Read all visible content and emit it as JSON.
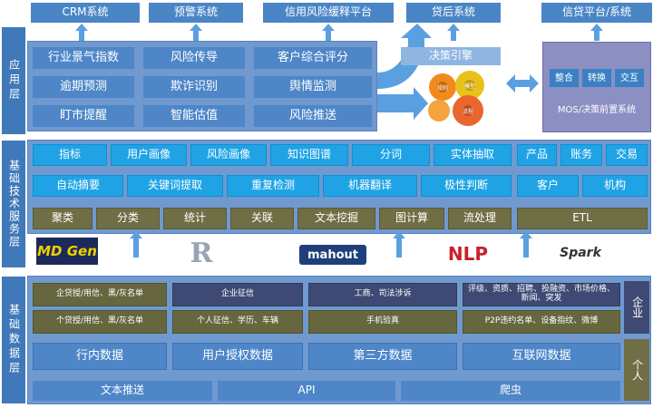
{
  "top_systems": [
    "CRM系统",
    "预警系统",
    "信用风险缓释平台",
    "贷后系统",
    "信贷平台/系统"
  ],
  "layers": {
    "app": "应用层",
    "tech": "基础技术服务层",
    "data": "基础数据层"
  },
  "app_functions": [
    [
      "行业景气指数",
      "风险传导",
      "客户综合评分"
    ],
    [
      "逾期预测",
      "欺诈识别",
      "舆情监测"
    ],
    [
      "盯市提醒",
      "智能估值",
      "风险推送"
    ]
  ],
  "decision_engine": "决策引擎",
  "gear_labels": [
    "规则",
    "模型",
    "流程"
  ],
  "mos": {
    "items": [
      "整合",
      "转换",
      "交互"
    ],
    "label": "MOS/决策前置系统"
  },
  "tech_row1": [
    "指标",
    "用户画像",
    "风险画像",
    "知识图谱",
    "分词",
    "实体抽取",
    "产品",
    "账务",
    "交易"
  ],
  "tech_row2": [
    "自动摘要",
    "关键词提取",
    "重复检测",
    "机器翻译",
    "极性判断",
    "客户",
    "机构"
  ],
  "tech_row3": [
    "聚类",
    "分类",
    "统计",
    "关联",
    "文本挖掘",
    "图计算",
    "流处理",
    "ETL"
  ],
  "logos": [
    "MD Gen",
    "R",
    "mahout",
    "NLP",
    "Spark"
  ],
  "data_grid": [
    [
      "企贷授/用信、黑/灰名单",
      "企业征信",
      "工商、司法涉诉",
      "评级、资质、招聘、投融资、市场价格、新闻、突发"
    ],
    [
      "个贷授/用信、黑/灰名单",
      "个人征信、学历、车辆",
      "手机验真",
      "P2P违约名单、设备指纹、微博"
    ]
  ],
  "side_labels": [
    "企业",
    "个人"
  ],
  "data_sources": [
    "行内数据",
    "用户授权数据",
    "第三方数据",
    "互联网数据"
  ],
  "bottom_bar": [
    "文本推送",
    "API",
    "爬虫"
  ]
}
